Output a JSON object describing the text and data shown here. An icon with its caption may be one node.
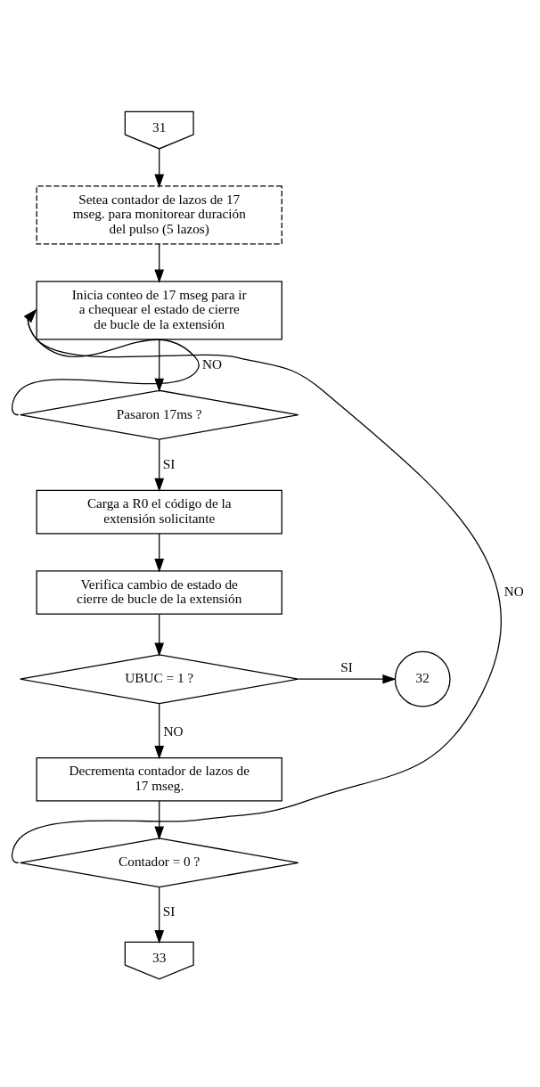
{
  "diagram": {
    "nodes": [
      {
        "text": [
          "31"
        ]
      },
      {
        "text": [
          "Setea contador de lazos de 17 mseg. para monitorear duración del pulso (5 lazos)"
        ]
      },
      {
        "text": [
          "Inicia conteo de 17 mseg para ir a chequear el estado de cierre de bucle de la extensión"
        ]
      },
      {
        "text": [
          "Pasaron 17ms ?"
        ]
      },
      {
        "text": [
          "Carga a R0 el código de la extensión solicitante"
        ]
      },
      {
        "text": [
          "Verifica cambio de estado de cierre de bucle de la extensión"
        ]
      },
      {
        "text": [
          "UBUC = 1 ?"
        ]
      },
      {
        "text": [
          "32"
        ]
      },
      {
        "text": [
          "Decrementa contador de lazos de 17 mseg."
        ]
      },
      {
        "text": [
          "Contador = 0 ?"
        ]
      },
      {
        "text": [
          "33"
        ]
      }
    ],
    "edges": [
      {
        "from": 0,
        "to": 1,
        "arrow": "to"
      },
      {
        "from": 1,
        "to": 2,
        "arrow": "to"
      },
      {
        "from": 2,
        "to": 3,
        "arrow": "to"
      },
      {
        "from": 3,
        "to": 2,
        "arrow": "to",
        "label": "NO"
      },
      {
        "from": 3,
        "to": 4,
        "arrow": "to",
        "label": "SI"
      },
      {
        "from": 4,
        "to": 5,
        "arrow": "to"
      },
      {
        "from": 5,
        "to": 6,
        "arrow": "to"
      },
      {
        "from": 6,
        "to": 7,
        "arrow": "to",
        "label": "SI"
      },
      {
        "from": 6,
        "to": 8,
        "arrow": "to",
        "label": "NO"
      },
      {
        "from": 8,
        "to": 9,
        "arrow": "to"
      },
      {
        "from": 9,
        "to": 2,
        "arrow": "to",
        "label": "NO"
      },
      {
        "from": 9,
        "to": 10,
        "arrow": "to",
        "label": "SI"
      }
    ]
  }
}
